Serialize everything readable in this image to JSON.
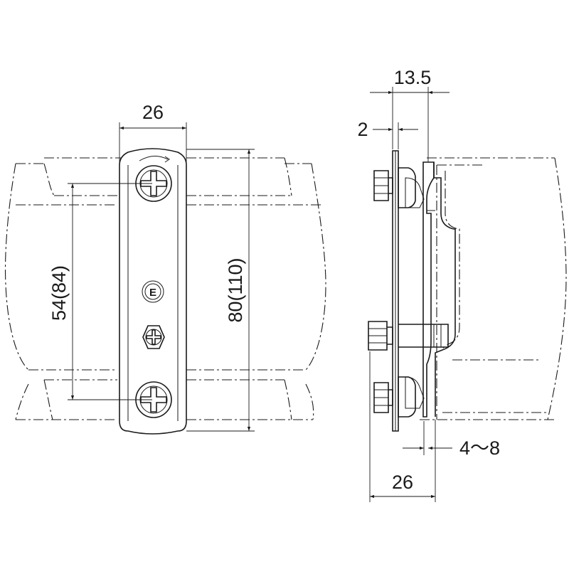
{
  "drawing": {
    "front_view": {
      "width_dim": "26",
      "hole_pitch_dim": "54(84)",
      "length_dim": "80(110)",
      "stamp_mark": "E"
    },
    "side_view": {
      "depth_dim": "13.5",
      "thickness_dim": "2",
      "clamp_range_dim": "4～8",
      "bolt_length_dim": "26"
    }
  }
}
